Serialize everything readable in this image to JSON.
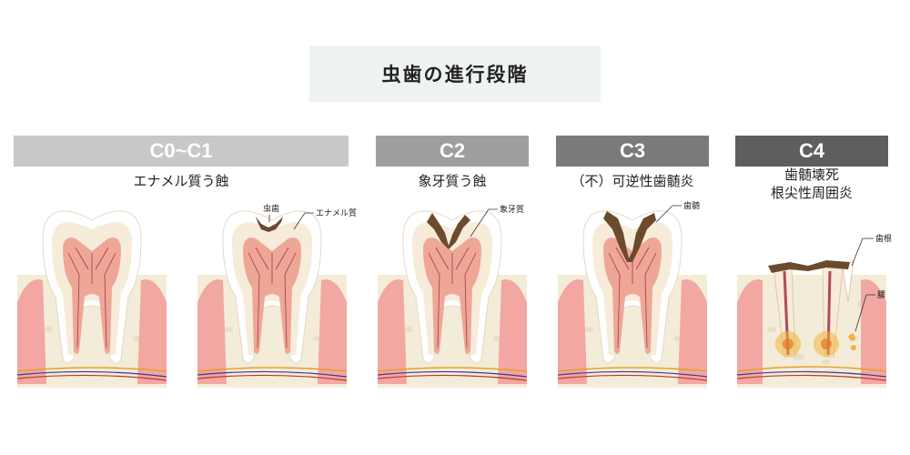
{
  "title": "虫歯の進行段階",
  "stages": [
    {
      "code": "C0~C1",
      "desc": "エナメル質う蝕",
      "bar_color": "#c8c8c8"
    },
    {
      "code": "C2",
      "desc": "象牙質う蝕",
      "bar_color": "#9e9e9e"
    },
    {
      "code": "C3",
      "desc": "（不）可逆性歯髄炎",
      "bar_color": "#7a7a7a"
    },
    {
      "code": "C4",
      "desc_lines": [
        "歯髄壊死",
        "根尖性周囲炎"
      ],
      "bar_color": "#5e5e5e"
    }
  ],
  "callouts": {
    "caries": "虫歯",
    "enamel": "エナメル質",
    "dentin": "象牙質",
    "pulp": "歯髄",
    "root": "歯根",
    "pus": "膿"
  },
  "colors": {
    "gum": "#f2a7a2",
    "bone": "#f3ecd8",
    "enamel": "#ffffff",
    "dentin": "#f6ecd9",
    "pulp": "#ec9b8b",
    "decay": "#6b4a2e",
    "pus": "#f0b43c"
  }
}
